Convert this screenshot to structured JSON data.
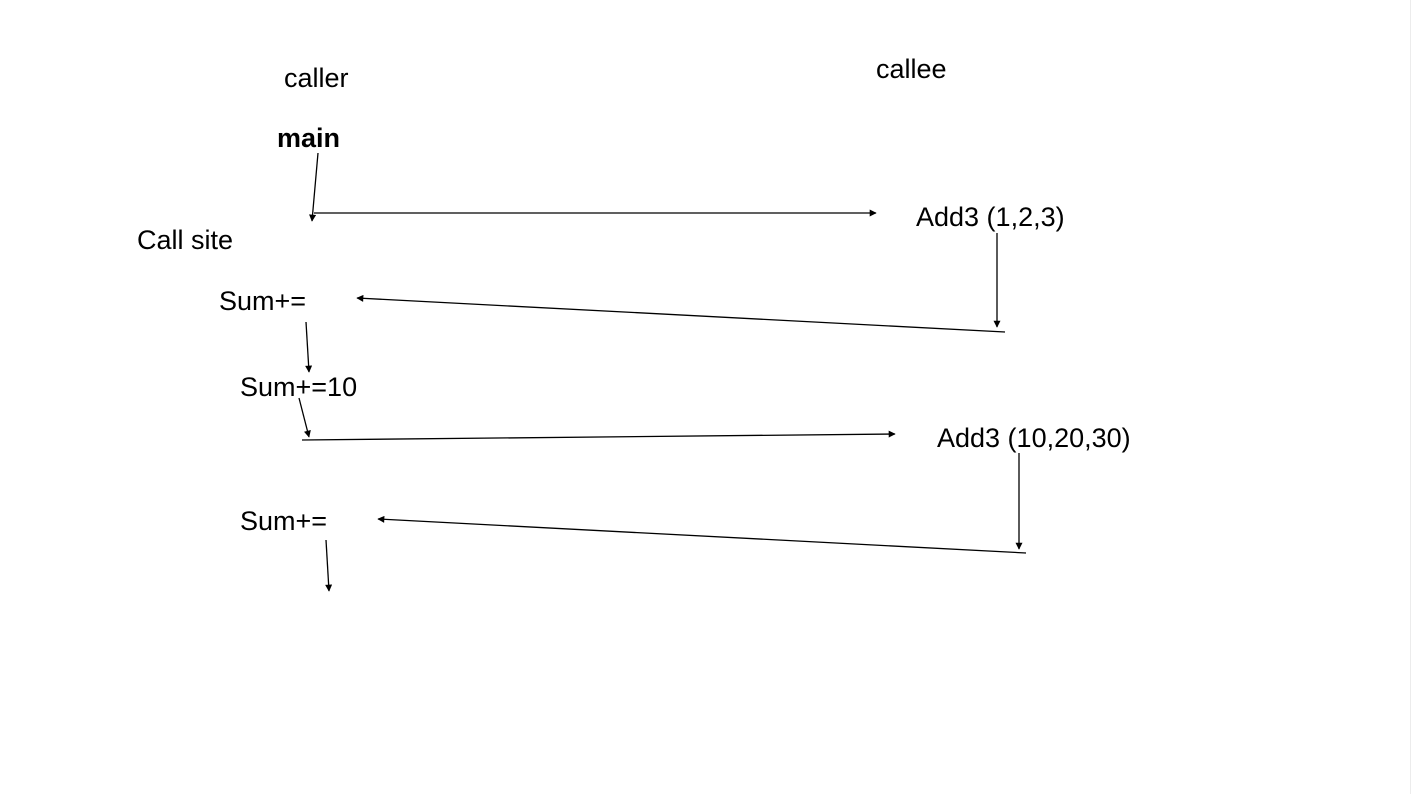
{
  "labels": {
    "caller": "caller",
    "callee": "callee",
    "main": "main",
    "call_site": "Call site",
    "sum_return_1": "Sum+=",
    "sum_value": "Sum+=10",
    "sum_return_2": "Sum+=",
    "call_1": "Add3 (1,2,3)",
    "call_2": "Add3 (10,20,30)"
  },
  "colors": {
    "text": "#000000",
    "arrow": "#000000",
    "background": "#ffffff"
  }
}
